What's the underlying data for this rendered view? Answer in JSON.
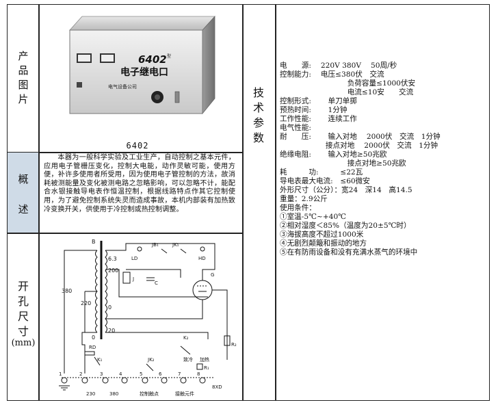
{
  "labels": {
    "product_image": [
      "产",
      "品",
      "图",
      "片"
    ],
    "overview": [
      "概",
      "述"
    ],
    "cutout_size": [
      "开",
      "孔",
      "尺",
      "寸"
    ],
    "cutout_unit": "(mm)",
    "tech_params": [
      "技",
      "术",
      "参",
      "数"
    ]
  },
  "product": {
    "model_code": "6402",
    "device_model_text": "6402",
    "device_model_suffix": "型",
    "device_name_text": "电子继电口",
    "device_maker_text": "电气设备公司"
  },
  "overview": {
    "text": "本器为一般科学实验及工业生产，自动控制之基本元件，应用电子管栅压变化，控制大电能，动作灵敏可能，使用方便，补许多使用者所受用，因为使用电子管控制的方法，故消耗被测能量及变化被测电路之忽略影响，可以忽略不计，能配合水银接触导电表作恒温控制，根据线路特点作其它控制使用，为了避免控制系统失灵而造成事故，本机内部装有加热致冷变换开关，供使用于冷控制或热控制调整。"
  },
  "specs": [
    "电　　源:　 220V 380V　 50周/秒",
    "控制能力:　 电压≤380伏　交流",
    "　　　　　　　　　 负荷容量≤1000伏安",
    "　　　　　　　　　 电流≤10安　　交流",
    "控制形式:　　 单刀单掷",
    "预热时间:　　 1分钟",
    "工作性能:　　 连续工作",
    "电气性能:",
    "耐　　压:　　 输入对地　 2000伏　交流　1分钟",
    "　　　　　　 接点对地　 2000伏　交流　1分钟",
    "绝缘电阻:　　 输入对地≥50兆欧",
    "　　　　　　　　　 接点对地≥50兆欧",
    "耗　　　功:　　　≤22瓦",
    "导电表最大电流:　≤60微安",
    "外形尺寸（公分）：宽24　深14　高14.5",
    "重量：2.9公斤",
    "使用条件：",
    "①室温-5℃~+40℃",
    "②相对湿度＜85%（温度为20±5℃时）",
    "③海拔高度不超过1000米",
    "④无剧烈颠簸和振动的地方",
    "⑤在有防雨设备和没有充满水蒸气的环境中"
  ],
  "diagram": {
    "transformer": "B",
    "taps": [
      "6.3",
      "200",
      "0",
      "20",
      "380",
      "220",
      "0"
    ],
    "lamps": [
      "LD",
      "HD"
    ],
    "relays": [
      "JB₁",
      "JK₁",
      "J",
      "JK₂",
      "K₂",
      "K₁"
    ],
    "components": [
      "C",
      "G",
      "R₂",
      "R₁",
      "RD"
    ],
    "switch_labels": [
      "致冷",
      "加热"
    ],
    "terminals": [
      "1",
      "2",
      "3",
      "4",
      "5",
      "6",
      "7",
      "8"
    ],
    "terminal_block": "8XD",
    "bottom_labels": [
      "230",
      "380",
      "控制触点",
      "接触元件"
    ]
  }
}
